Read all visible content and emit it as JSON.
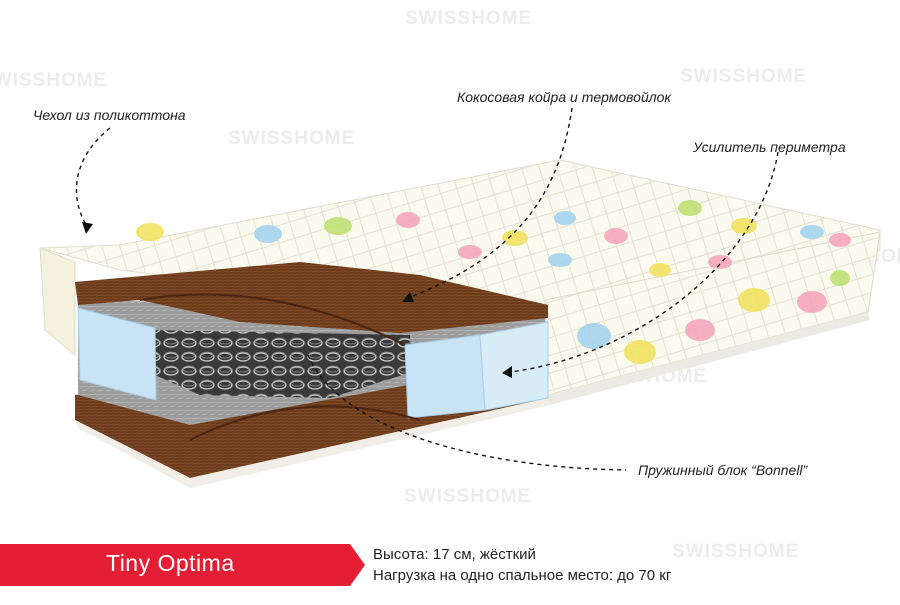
{
  "watermark": "SWISSHOME",
  "labels": {
    "cover": "Чехол из поликоттона",
    "coir": "Кокосовая койра и термовойлок",
    "perimeter": "Усилитель периметра",
    "springs": "Пружинный блок “Bonnell”"
  },
  "product": {
    "name": "Tiny Optima",
    "height": "Высота: 17 см, жёсткий",
    "load": "Нагрузка на одно спальное место: до 70 кг"
  },
  "colors": {
    "banner": "#e31e35",
    "coir": "#6b3a1c",
    "foam": "#c7e3f5",
    "felt": "#9a9a9a",
    "fabric": "#fbfaef"
  }
}
